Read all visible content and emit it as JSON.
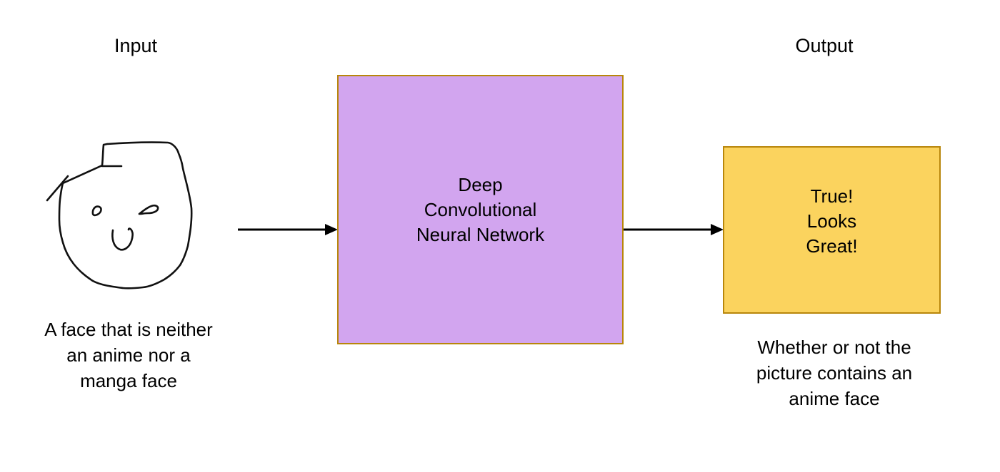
{
  "diagram": {
    "input": {
      "label": "Input",
      "caption_lines": [
        "A face that is neither",
        "an anime nor a",
        "manga face"
      ],
      "sketch_alt": "Hand-drawn doodle of a face"
    },
    "network_box": {
      "lines": [
        "Deep",
        "Convolutional",
        "Neural Network"
      ]
    },
    "result_box": {
      "lines": [
        "True!",
        "Looks",
        "Great!"
      ]
    },
    "output": {
      "label": "Output",
      "caption_lines": [
        "Whether or not the",
        "picture contains an",
        "anime face"
      ]
    }
  },
  "colors": {
    "page_bg": "#ffffff",
    "text_color": "#000000",
    "network_box_fill": "#d2a5ef",
    "result_box_fill": "#fbd35e",
    "box_border": "#b8860b",
    "arrow_color": "#000000",
    "sketch_stroke": "#111111"
  }
}
